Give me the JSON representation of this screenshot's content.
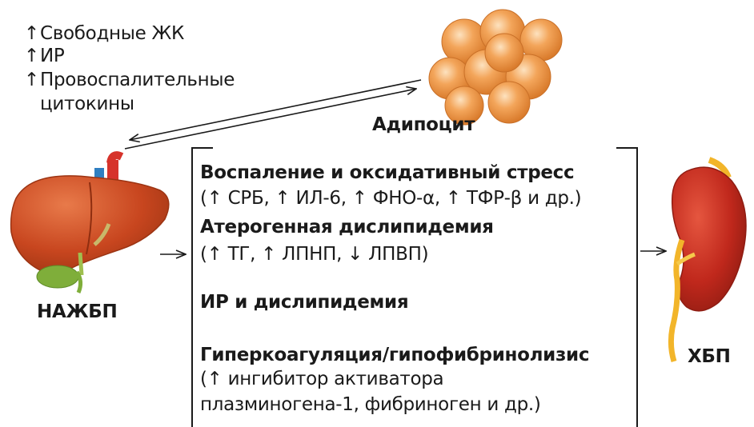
{
  "adipocyte_effects": {
    "items": [
      "Свободные ЖК",
      "ИР",
      "Провоспалительные",
      "цитокины"
    ],
    "arrow": "↑"
  },
  "labels": {
    "adipocyte": "Адипоцит",
    "nafld": "НАЖБП",
    "ckd": "ХБП"
  },
  "mechanisms": {
    "m1_title": "Воспаление и оксидативный стресс",
    "m1_detail": "(↑ СРБ, ↑ ИЛ-6, ↑ ФНО-α, ↑ ТФР-β и др.)",
    "m2_title": "Атерогенная дислипидемия",
    "m2_detail": "(↑ ТГ, ↑ ЛПНП, ↓ ЛПВП)",
    "m3_title": "ИР и дислипидемия",
    "m4_title": "Гиперкоагуляция/гипофибринолизис",
    "m4_detail_1": "(↑ ингибитор активатора",
    "m4_detail_2": "плазминогена-1, фибриноген и др.)"
  },
  "colors": {
    "liver": "#c8461f",
    "liver_dark": "#a83712",
    "gallbladder": "#7fae3a",
    "vein_blue": "#2f7fc1",
    "artery_red": "#d6332b",
    "fat_cell": "#f0a35a",
    "kidney": "#c0281c",
    "ureter_yellow": "#f2b52a",
    "line": "#1a1a1a"
  }
}
